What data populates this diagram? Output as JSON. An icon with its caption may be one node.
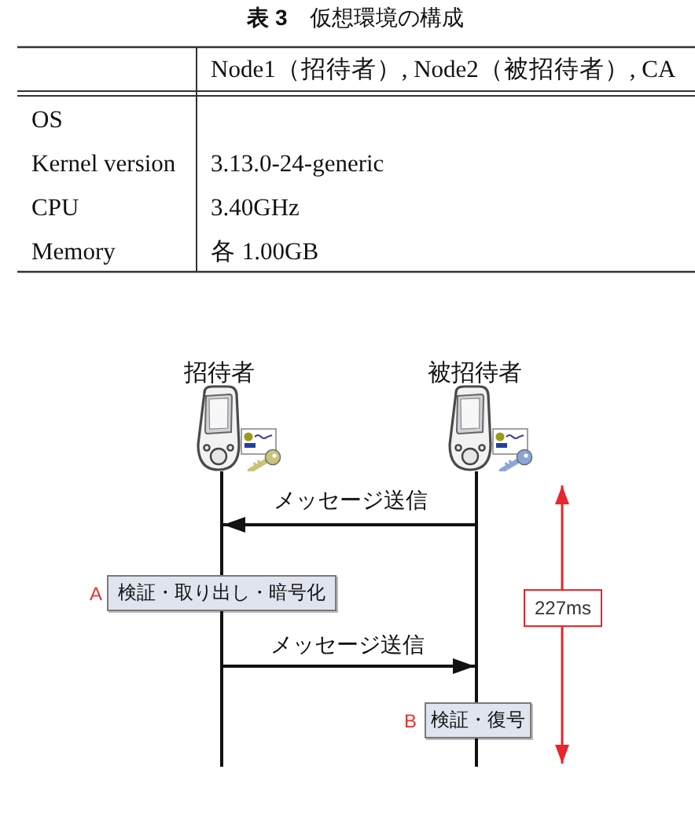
{
  "diagram": {
    "title": "**表 3**　仮想環境の構成",
    "nodes": [
      {
        "text": [
          "招待者"
        ]
      },
      {
        "text": [
          "被招待者"
        ]
      },
      {
        "text": [],
        "shape": "line"
      },
      {
        "text": [],
        "shape": "line"
      },
      {
        "text": [
          "検証・取り出し・暗号化"
        ],
        "beside": [
          "A"
        ]
      },
      {
        "text": [],
        "shape": "line"
      },
      {
        "text": [
          "検証・復号"
        ],
        "beside": [
          "B"
        ]
      },
      {
        "text": [],
        "shape": "line"
      }
    ],
    "edges": [
      {
        "from": 3,
        "to": 2,
        "arrow": "to",
        "label": "メッセージ送信"
      },
      {
        "from": 5,
        "to": 3,
        "arrow": "to",
        "label": "メッセージ送信"
      }
    ],
    "labels": [
      "Node1（招待者）, Node2（被招待者）, CA",
      "OS",
      "Kernel version",
      "3.13.0-24-generic",
      "CPU",
      "3.40GHz",
      "Memory",
      "各 1.00GB",
      "227ms"
    ]
  }
}
